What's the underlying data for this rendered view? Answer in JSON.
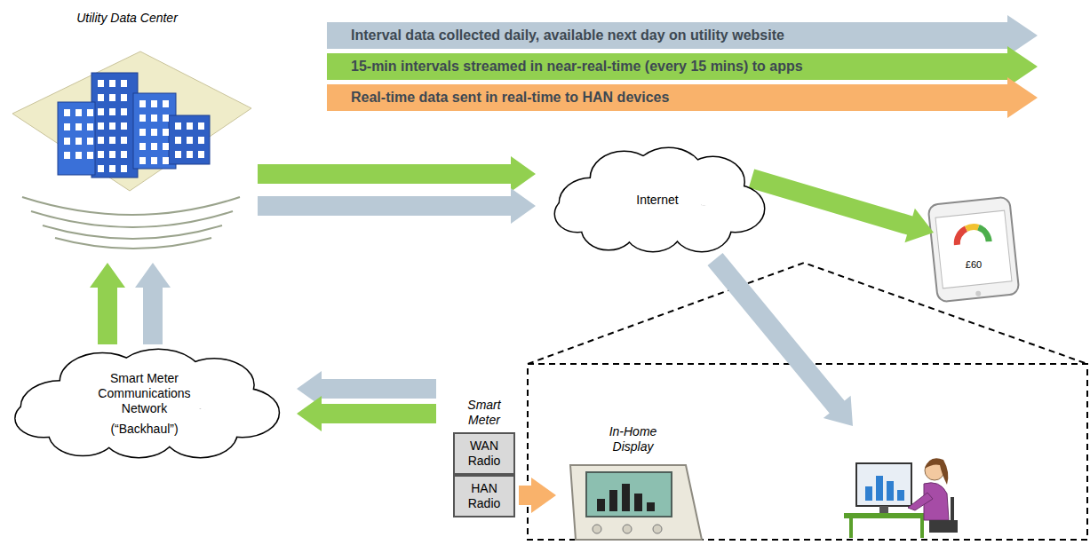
{
  "diagram": {
    "nodes": [
      {
        "text": [
          "Utility Data Center"
        ]
      },
      {
        "text": [
          "Internet"
        ]
      },
      {
        "text": [
          "£60"
        ]
      },
      {
        "text": [
          "Smart Meter Communications Network",
          "(“Backhaul”)"
        ]
      },
      {
        "text": [
          "Smart Meter"
        ]
      },
      {
        "text": [
          "WAN Radio"
        ],
        "in": 4
      },
      {
        "text": [
          "HAN Radio"
        ],
        "in": 4
      },
      {
        "text": [
          "In-Home Display"
        ]
      }
    ],
    "edges": [
      {
        "from": 4,
        "to": 3,
        "arrow": "to"
      },
      {
        "from": 4,
        "to": 3,
        "arrow": "to"
      },
      {
        "from": 3,
        "to": 0,
        "arrow": "to"
      },
      {
        "from": 3,
        "to": 0,
        "arrow": "to"
      },
      {
        "from": 0,
        "to": 1,
        "arrow": "to"
      },
      {
        "from": 0,
        "to": 1,
        "arrow": "to"
      },
      {
        "from": 1,
        "to": 2,
        "arrow": "to"
      },
      {
        "from": 6,
        "to": 7,
        "arrow": "to"
      }
    ],
    "legend": [
      {
        "text": "Interval data collected daily, available next day on utility website",
        "color": "#b9c9d6"
      },
      {
        "text": "15-min intervals streamed in near-real-time (every 15 mins) to apps",
        "color": "#92d050"
      },
      {
        "text": "Real-time data sent in real-time to HAN devices",
        "color": "#f9b26b"
      }
    ]
  }
}
